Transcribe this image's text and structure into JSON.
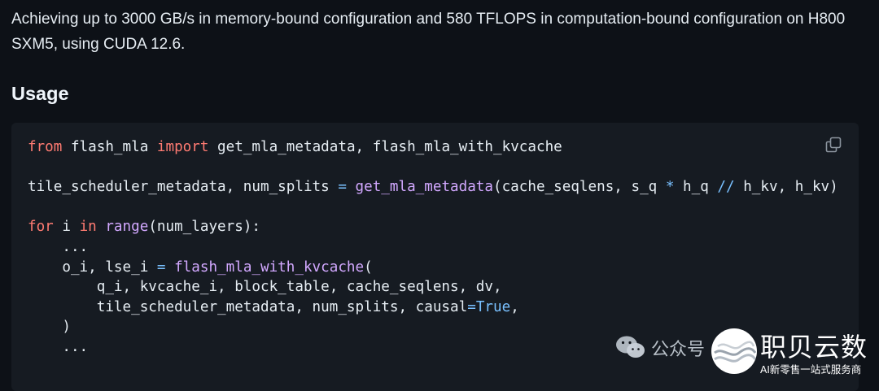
{
  "intro": {
    "text": "Achieving up to 3000 GB/s in memory-bound configuration and 580 TFLOPS in computation-bound configuration on H800 SXM5, using CUDA 12.6."
  },
  "section": {
    "heading": "Usage"
  },
  "code_block": {
    "language": "python",
    "copy_icon": "copy-icon",
    "lines": [
      [
        {
          "t": "from",
          "c": "kw"
        },
        {
          "t": " flash_mla "
        },
        {
          "t": "import",
          "c": "kw"
        },
        {
          "t": " get_mla_metadata, flash_mla_with_kvcache"
        }
      ],
      [],
      [
        {
          "t": "tile_scheduler_metadata, num_splits "
        },
        {
          "t": "=",
          "c": "op"
        },
        {
          "t": " "
        },
        {
          "t": "get_mla_metadata",
          "c": "fn"
        },
        {
          "t": "(cache_seqlens, s_q "
        },
        {
          "t": "*",
          "c": "op"
        },
        {
          "t": " h_q "
        },
        {
          "t": "//",
          "c": "op"
        },
        {
          "t": " h_kv, h_kv)"
        }
      ],
      [],
      [
        {
          "t": "for",
          "c": "kw"
        },
        {
          "t": " i "
        },
        {
          "t": "in",
          "c": "kw"
        },
        {
          "t": " "
        },
        {
          "t": "range",
          "c": "fn"
        },
        {
          "t": "(num_layers):"
        }
      ],
      [
        {
          "t": "    ..."
        }
      ],
      [
        {
          "t": "    o_i, lse_i "
        },
        {
          "t": "=",
          "c": "op"
        },
        {
          "t": " "
        },
        {
          "t": "flash_mla_with_kvcache",
          "c": "fn"
        },
        {
          "t": "("
        }
      ],
      [
        {
          "t": "        q_i, kvcache_i, block_table, cache_seqlens, dv,"
        }
      ],
      [
        {
          "t": "        tile_scheduler_metadata, num_splits, causal"
        },
        {
          "t": "=",
          "c": "op"
        },
        {
          "t": "True",
          "c": "cst"
        },
        {
          "t": ","
        }
      ],
      [
        {
          "t": "    )"
        }
      ],
      [
        {
          "t": "    ..."
        }
      ]
    ]
  },
  "watermark": {
    "channel_label": "公众号",
    "brand_name": "职贝云数",
    "tagline": "AI新零售一站式服务商",
    "wechat_icon": "wechat-icon",
    "logo_icon": "brand-logo-icon"
  },
  "colors": {
    "background": "#0d1117",
    "code_background": "#161b22",
    "text": "#e6edf3",
    "keyword": "#ff7b72",
    "function": "#d2a8ff",
    "operator": "#79c0ff"
  }
}
